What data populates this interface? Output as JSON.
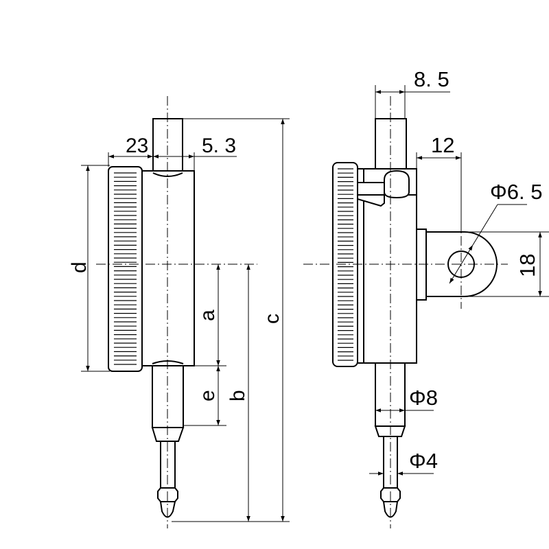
{
  "front_view": {
    "dimensions": {
      "a": "a",
      "b": "b",
      "c": "c",
      "d": "d",
      "e": "e",
      "w23": "23",
      "w5_3": "5. 3"
    }
  },
  "side_view": {
    "dimensions": {
      "w8_5": "8. 5",
      "w12": "12",
      "phi6_5": "Φ6. 5",
      "h18": "18",
      "phi8": "Φ8",
      "phi4": "Φ4"
    }
  },
  "colors": {
    "line": "#000000",
    "background": "#ffffff"
  }
}
